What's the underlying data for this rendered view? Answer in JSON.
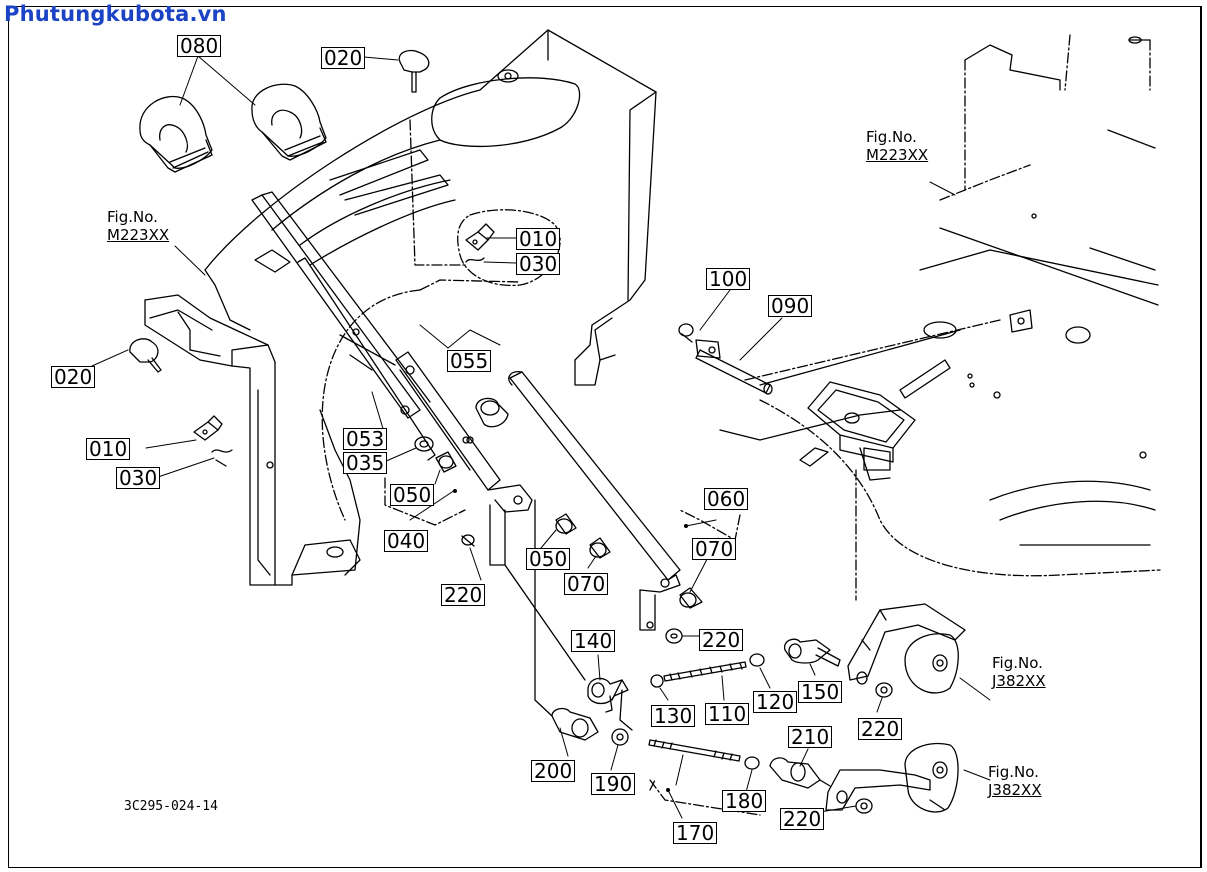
{
  "brand": "Phutungkubota.vn",
  "brand_color": "#1b43c4",
  "drawing_code": "3C295-024-14",
  "callouts": {
    "c080": "080",
    "c020a": "020",
    "c020b": "020",
    "c010a": "010",
    "c030a": "030",
    "c010b": "010",
    "c030b": "030",
    "c100": "100",
    "c090": "090",
    "c055": "055",
    "c053": "053",
    "c035": "035",
    "c050a": "050",
    "c040": "040",
    "c060": "060",
    "c050b": "050",
    "c070a": "070",
    "c070b": "070",
    "c220a": "220",
    "c220b": "220",
    "c140": "140",
    "c130": "130",
    "c110": "110",
    "c120": "120",
    "c150": "150",
    "c220c": "220",
    "c210": "210",
    "c200": "200",
    "c190": "190",
    "c180": "180",
    "c220d": "220",
    "c170": "170"
  },
  "refs": {
    "r1_label": "Fig.No.",
    "r1_code": "M223XX",
    "r2_label": "Fig.No.",
    "r2_code": "M223XX",
    "r3_label": "Fig.No.",
    "r3_code": "J382XX",
    "r4_label": "Fig.No.",
    "r4_code": "J382XX"
  }
}
